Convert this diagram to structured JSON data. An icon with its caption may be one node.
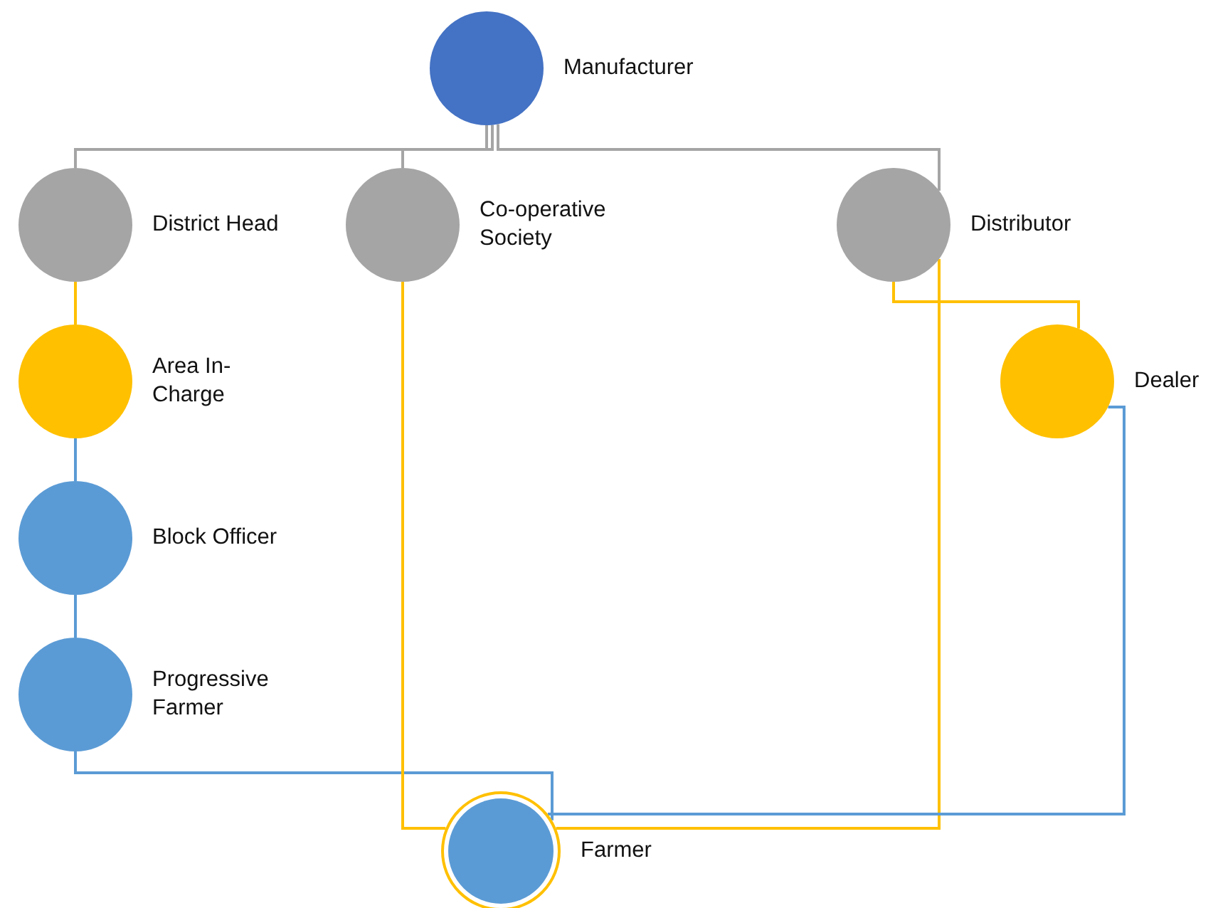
{
  "diagram": {
    "nodes": [
      {
        "text": [],
        "shape": "circle",
        "beside": [
          "Manufacturer"
        ]
      },
      {
        "text": [],
        "shape": "circle",
        "beside": [
          "District Head"
        ]
      },
      {
        "text": [],
        "shape": "circle",
        "beside": [
          "Co-operative Society"
        ]
      },
      {
        "text": [],
        "shape": "circle",
        "beside": [
          "Distributor"
        ]
      },
      {
        "text": [],
        "shape": "circle",
        "beside": [
          "Area In-Charge"
        ]
      },
      {
        "text": [],
        "shape": "circle",
        "beside": [
          "Dealer"
        ]
      },
      {
        "text": [],
        "shape": "circle",
        "beside": [
          "Block Officer"
        ]
      },
      {
        "text": [],
        "shape": "circle",
        "beside": [
          "Progressive Farmer"
        ]
      },
      {
        "text": [],
        "shape": "circle",
        "beside": [
          "Farmer"
        ]
      }
    ],
    "edges": [
      {
        "from": 0,
        "to": 1,
        "arrow": "none",
        "color": "#a5a5a5"
      },
      {
        "from": 0,
        "to": 2,
        "arrow": "none",
        "color": "#a5a5a5"
      },
      {
        "from": 0,
        "to": 3,
        "arrow": "none",
        "color": "#a5a5a5"
      },
      {
        "from": 1,
        "to": 4,
        "arrow": "none",
        "color": "#ffc000"
      },
      {
        "from": 4,
        "to": 6,
        "arrow": "none",
        "color": "#5b9bd5"
      },
      {
        "from": 6,
        "to": 7,
        "arrow": "none",
        "color": "#5b9bd5"
      },
      {
        "from": 7,
        "to": 8,
        "arrow": "none",
        "color": "#5b9bd5"
      },
      {
        "from": 2,
        "to": 8,
        "arrow": "none",
        "color": "#ffc000"
      },
      {
        "from": 3,
        "to": 8,
        "arrow": "none",
        "color": "#ffc000"
      },
      {
        "from": 3,
        "to": 5,
        "arrow": "none",
        "color": "#ffc000"
      },
      {
        "from": 5,
        "to": 8,
        "arrow": "none",
        "color": "#5b9bd5"
      }
    ]
  }
}
